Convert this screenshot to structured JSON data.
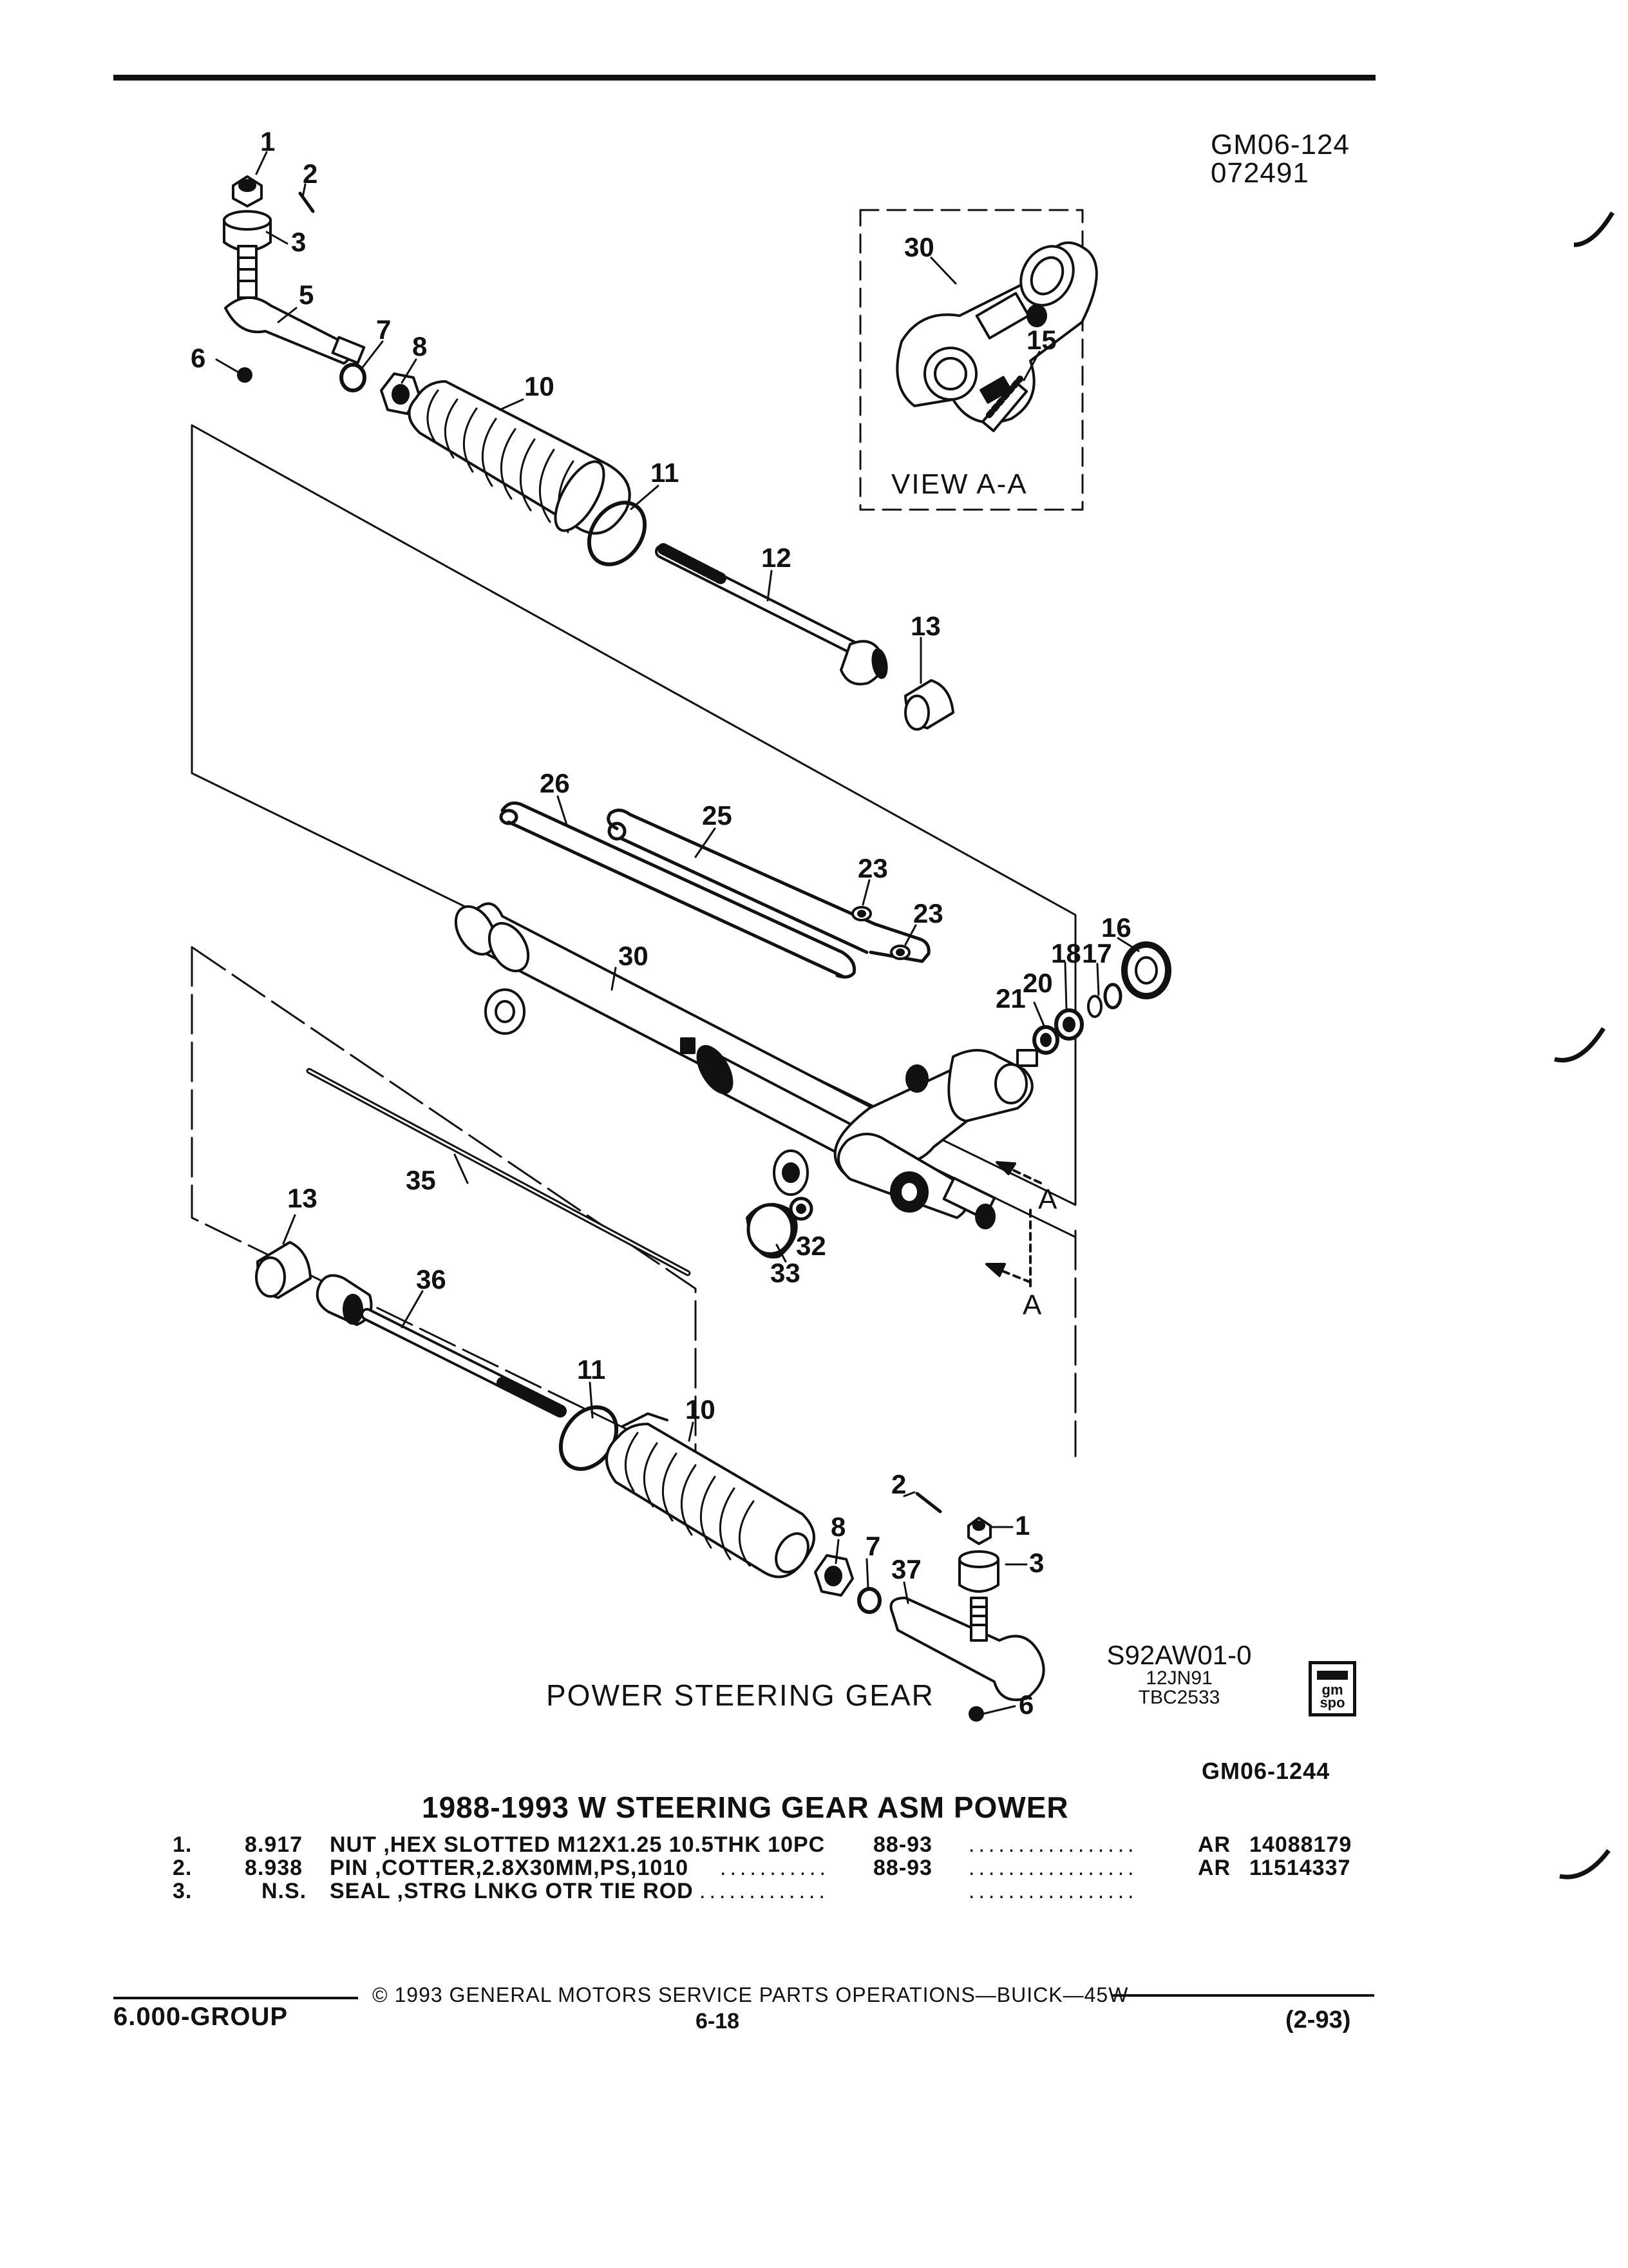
{
  "header": {
    "code_1": "GM06-124",
    "code_2": "072491"
  },
  "diagram": {
    "callouts": [
      "1",
      "2",
      "3",
      "5",
      "6",
      "7",
      "8",
      "10",
      "11",
      "12",
      "13",
      "26",
      "25",
      "23",
      "23",
      "30",
      "16",
      "18",
      "17",
      "20",
      "21",
      "30",
      "15",
      "35",
      "13",
      "32",
      "33",
      "36",
      "11",
      "10",
      "2",
      "1",
      "8",
      "7",
      "37",
      "3",
      "6"
    ],
    "view_label": "VIEW A-A",
    "section_marks": [
      "A",
      "A",
      "A"
    ],
    "caption": "POWER STEERING GEAR",
    "drawing_code": "S92AW01-0",
    "drawing_date": "12JN91",
    "drawing_ref": "TBC2533",
    "figure_ref": "GM06-1244",
    "logo_text": "gm spo"
  },
  "parts_list": {
    "title": "1988-1993 W STEERING GEAR ASM POWER",
    "rows": [
      {
        "index": "1.",
        "code": "8.917",
        "description": "NUT ,HEX SLOTTED M12X1.25 10.5THK 10PC",
        "leader_a": "",
        "years": "88-93",
        "leader_b": ".................",
        "qty": "AR",
        "part_number": "14088179"
      },
      {
        "index": "2.",
        "code": "8.938",
        "description": "PIN ,COTTER,2.8X30MM,PS,1010",
        "leader_a": "...........",
        "years": "88-93",
        "leader_b": ".................",
        "qty": "AR",
        "part_number": "11514337"
      },
      {
        "index": "3.",
        "code": "N.S.",
        "description": "SEAL ,STRG LNKG OTR TIE ROD",
        "leader_a": ".............",
        "years": "",
        "leader_b": ".................",
        "qty": "",
        "part_number": ""
      }
    ]
  },
  "footer": {
    "copyright": "© 1993 GENERAL MOTORS SERVICE PARTS OPERATIONS—BUICK—45W",
    "group": "6.000-GROUP",
    "page": "6-18",
    "revision": "(2-93)"
  }
}
